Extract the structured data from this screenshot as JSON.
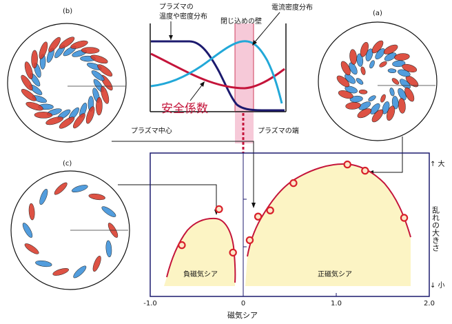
{
  "labels": {
    "panel_b": "(b)",
    "panel_a": "(a)",
    "panel_c": "(c)",
    "profile_title_line1": "プラズマの",
    "profile_title_line2": "温度や密度分布",
    "confinement_wall": "閉じ込めの壁",
    "current_density": "電流密度分布",
    "safety_factor": "安全係数",
    "plasma_center": "プラズマ中心",
    "plasma_edge": "プラズマの端",
    "negative_shear": "負磁気シア",
    "positive_shear": "正磁気シア",
    "turbulence_axis_big": "↑ 大",
    "turbulence_axis_label": "乱れの大きさ",
    "turbulence_axis_small": "↓ 小"
  },
  "colors": {
    "navy": "#1c1a6e",
    "crimson": "#c4143a",
    "cyan": "#22a8d8",
    "wall_band": "#f6c9d8",
    "fill_yellow": "#fcf4c4",
    "marker": "#d81f2a",
    "vortex_red": "#d83a2a",
    "vortex_blue": "#3a8fd8"
  },
  "chart_data": {
    "type": "scatter",
    "xlabel": "磁気シア",
    "ylabel": "乱れの大きさ",
    "x_ticks": [
      "-1.0",
      "0",
      "1.0",
      "2.0"
    ],
    "xlim": [
      -1.0,
      2.0
    ],
    "ylim": [
      0,
      1
    ],
    "series": [
      {
        "name": "負磁気シア",
        "points": [
          [
            -0.66,
            0.33
          ],
          [
            -0.26,
            0.62
          ],
          [
            -0.11,
            0.27
          ]
        ]
      },
      {
        "name": "正磁気シア",
        "points": [
          [
            0.07,
            0.37
          ],
          [
            0.16,
            0.56
          ],
          [
            0.29,
            0.61
          ],
          [
            0.54,
            0.83
          ],
          [
            1.12,
            0.98
          ],
          [
            1.31,
            0.93
          ],
          [
            1.73,
            0.55
          ]
        ]
      }
    ]
  }
}
